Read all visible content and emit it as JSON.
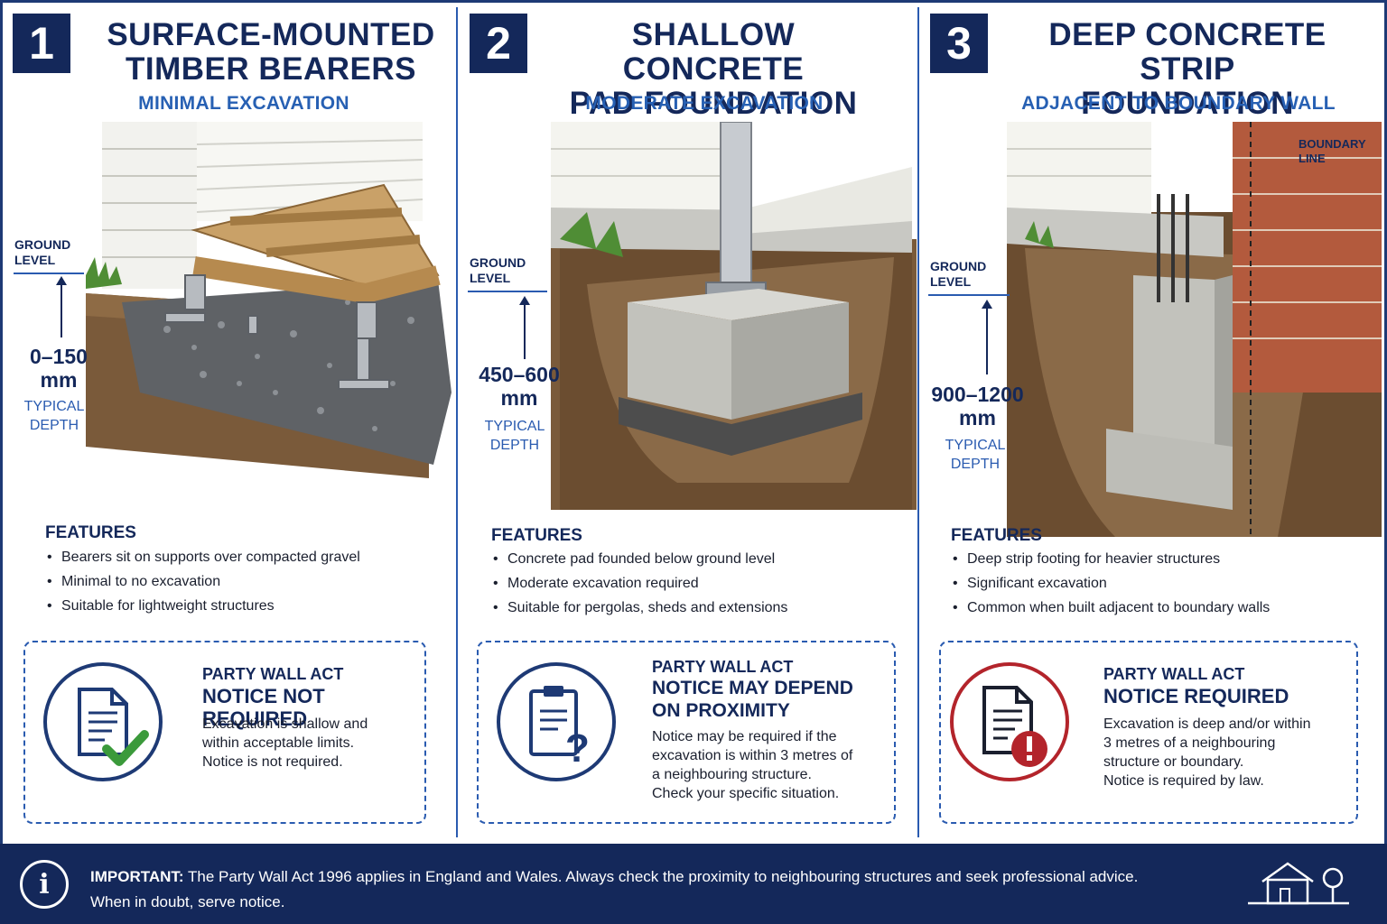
{
  "panels": [
    {
      "number": "1",
      "title_line1": "SURFACE-MOUNTED",
      "title_line2": "TIMBER BEARERS",
      "subtitle": "MINIMAL EXCAVATION",
      "ground_level_1": "GROUND",
      "ground_level_2": "LEVEL",
      "depth_value_1": "0–150",
      "depth_value_2": "mm",
      "typical_1": "TYPICAL",
      "typical_2": "DEPTH",
      "features_title": "FEATURES",
      "features": [
        "Bearers sit on supports over compacted gravel",
        "Minimal to no excavation",
        "Suitable for lightweight structures"
      ],
      "notice_line1": "PARTY  WALL ACT",
      "notice_line2": "NOTICE NOT REQUIRED",
      "notice_text": [
        "Excavation is shallow and",
        "within acceptable limits.",
        "Notice is not required."
      ],
      "notice_icon": "document-check-icon",
      "notice_color": "#1e3a75"
    },
    {
      "number": "2",
      "title_line1": "SHALLOW CONCRETE",
      "title_line2": "PAD FOUNDATION",
      "subtitle": "MODERATE EXCAVATION",
      "ground_level_1": "GROUND",
      "ground_level_2": "LEVEL",
      "depth_value_1": "450–600",
      "depth_value_2": "mm",
      "typical_1": "TYPICAL",
      "typical_2": "DEPTH",
      "features_title": "FEATURES",
      "features": [
        "Concrete pad founded below ground level",
        "Moderate excavation required",
        "Suitable for pergolas, sheds and extensions"
      ],
      "notice_line1": "PARTY WALL ACT",
      "notice_line2": "NOTICE MAY DEPEND",
      "notice_line3": "ON PROXIMITY",
      "notice_text": [
        "Notice may be required if the",
        "excavation is within 3 metres of",
        "a neighbouring structure.",
        "Check your specific situation."
      ],
      "notice_icon": "clipboard-question-icon",
      "notice_color": "#1e3a75"
    },
    {
      "number": "3",
      "title_line1": "DEEP CONCRETE STRIP",
      "title_line2": "FOUNDATION",
      "subtitle": "ADJACENT TO BOUNDARY WALL",
      "boundary_1": "BOUNDARY",
      "boundary_2": "LINE",
      "ground_level_1": "GROUND",
      "ground_level_2": "LEVEL",
      "depth_value_1": "900–1200",
      "depth_value_2": "mm",
      "typical_1": "TYPICAL",
      "typical_2": "DEPTH",
      "features_title": "FEATURES",
      "features": [
        "Deep strip footing for heavier structures",
        "Significant excavation",
        "Common when built adjacent to boundary walls"
      ],
      "notice_line1": "PARTY WALL ACT",
      "notice_line2": "NOTICE REQUIRED",
      "notice_text": [
        "Excavation is deep and/or within",
        "3 metres of a neighbouring",
        "structure or boundary.",
        "Notice is required by law."
      ],
      "notice_icon": "document-warning-icon",
      "notice_color": "#b3242b"
    }
  ],
  "footer": {
    "icon": "info-icon",
    "important_label": "IMPORTANT:",
    "line1": " The Party Wall Act 1996 applies in England and Wales. Always check the proximity to neighbouring structures and seek professional advice.",
    "line2": "When in doubt, serve notice.",
    "logo_icon": "house-tree-icon"
  },
  "colors": {
    "navy": "#14285a",
    "blue": "#2760b3",
    "red": "#b3242b",
    "green": "#3b9a3b"
  }
}
